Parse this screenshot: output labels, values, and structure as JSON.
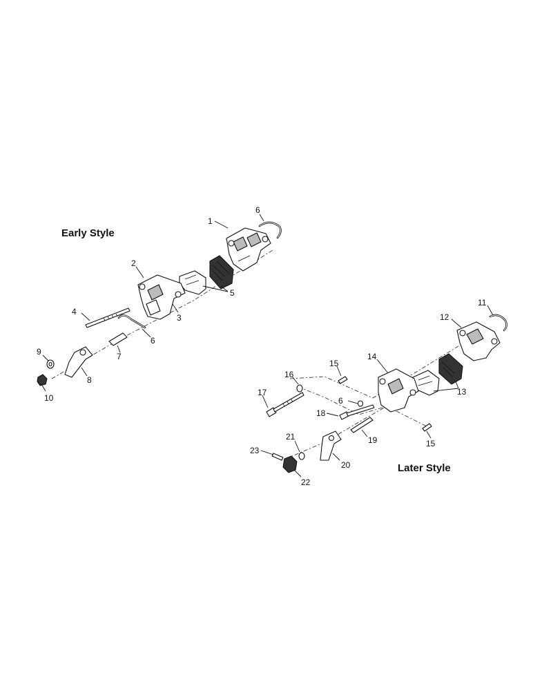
{
  "titles": {
    "early": "Early Style",
    "later": "Later Style"
  },
  "early_style_callouts": [
    "1",
    "2",
    "3",
    "4",
    "5",
    "6",
    "6",
    "7",
    "8",
    "9",
    "10"
  ],
  "later_style_callouts": [
    "11",
    "12",
    "13",
    "14",
    "15",
    "15",
    "16",
    "17",
    "6",
    "18",
    "19",
    "20",
    "21",
    "22",
    "23"
  ]
}
